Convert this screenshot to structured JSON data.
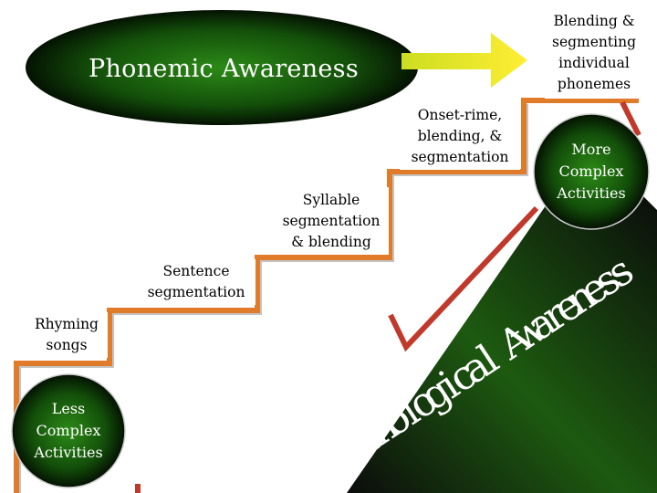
{
  "title": "Phonemic Awareness",
  "steps": [
    {
      "id": "rhyming",
      "label": "Rhyming\nsongs"
    },
    {
      "id": "sentence",
      "label": "Sentence\nsegmentation"
    },
    {
      "id": "syllable",
      "label": "Syllable\nsegmentation\n& blending"
    },
    {
      "id": "onset",
      "label": "Onset-rime,\nblending, &\nsegmentation"
    },
    {
      "id": "phonemes",
      "label": "Blending &\nsegmenting\nindividual\nphonemes"
    }
  ],
  "less_complex": "Less\nComplex\nActivities",
  "more_complex": "More\nComplex\nActivities",
  "arc_text": "Phonological Awareness",
  "colors": {
    "staircase": "#e07b2a",
    "oval_center": "#2c8a17",
    "oval_edge": "#000000",
    "arrow_fill": "#ffee33",
    "bracket": "#c0392b"
  }
}
